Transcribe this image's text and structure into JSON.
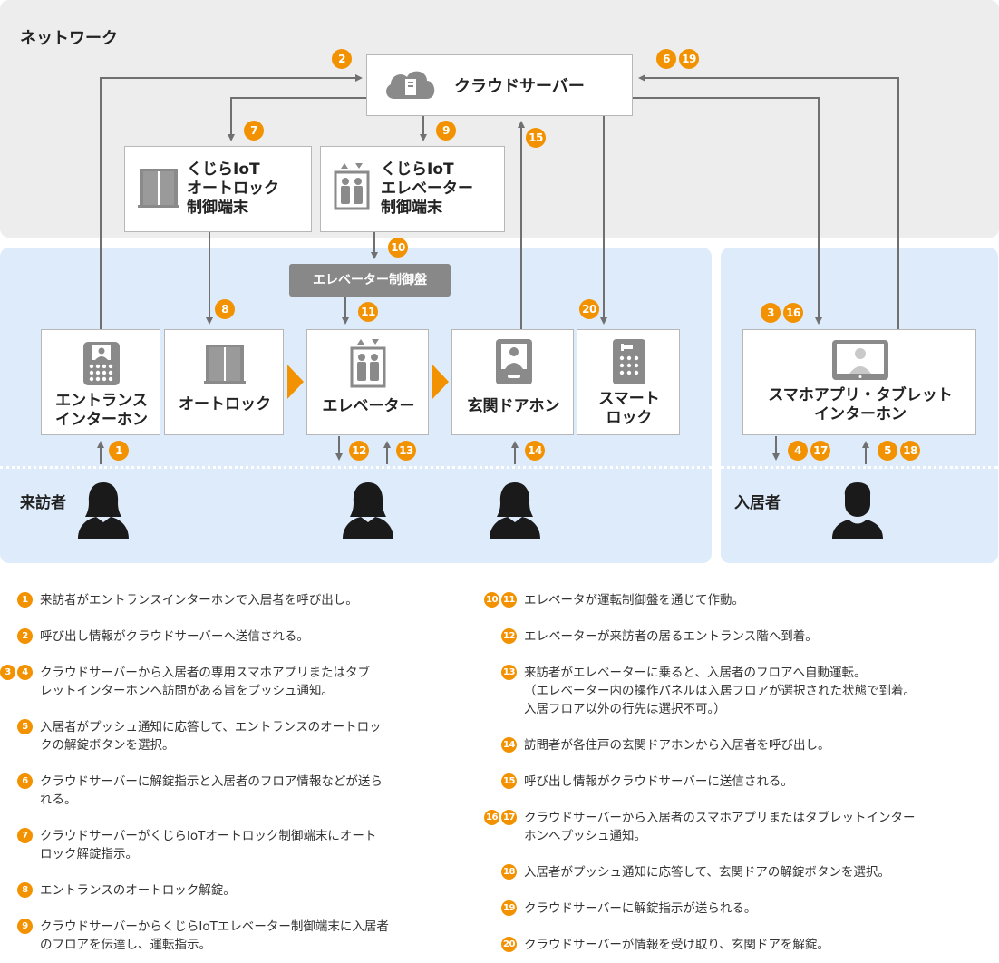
{
  "zones": {
    "network": "ネットワーク",
    "visitor": "来訪者",
    "resident": "入居者"
  },
  "boxes": {
    "cloud": "クラウドサーバー",
    "autolock_terminal": "くじらIoT\nオートロック\n制御端末",
    "elevator_terminal": "くじらIoT\nエレベーター\n制御端末",
    "elevator_panel": "エレベーター制御盤",
    "entrance_intercom": "エントランス\nインターホン",
    "autolock": "オートロック",
    "elevator": "エレベーター",
    "door_intercom": "玄関ドアホン",
    "smart_lock": "スマート\nロック",
    "app_tablet": "スマホアプリ・タブレット\nインターホン"
  },
  "badges": {
    "b1": "1",
    "b2": "2",
    "b3": "3",
    "b4": "4",
    "b5": "5",
    "b6": "6",
    "b7": "7",
    "b8": "8",
    "b9": "9",
    "b10": "10",
    "b11": "11",
    "b12": "12",
    "b13": "13",
    "b14": "14",
    "b15": "15",
    "b16": "16",
    "b17": "17",
    "b18": "18",
    "b19": "19",
    "b20": "20"
  },
  "legend": [
    {
      "nums": [
        "1"
      ],
      "text": "来訪者がエントランスインターホンで入居者を呼び出し。"
    },
    {
      "nums": [
        "2"
      ],
      "text": "呼び出し情報がクラウドサーバーへ送信される。"
    },
    {
      "nums": [
        "3",
        "4"
      ],
      "text": "クラウドサーバーから入居者の専用スマホアプリまたはタブ\nレットインターホンへ訪問がある旨をプッシュ通知。"
    },
    {
      "nums": [
        "5"
      ],
      "text": "入居者がプッシュ通知に応答して、エントランスのオートロッ\nクの解錠ボタンを選択。"
    },
    {
      "nums": [
        "6"
      ],
      "text": "クラウドサーバーに解錠指示と入居者のフロア情報などが送ら\nれる。"
    },
    {
      "nums": [
        "7"
      ],
      "text": "クラウドサーバーがくじらIoTオートロック制御端末にオート\nロック解錠指示。"
    },
    {
      "nums": [
        "8"
      ],
      "text": "エントランスのオートロック解錠。"
    },
    {
      "nums": [
        "9"
      ],
      "text": "クラウドサーバーからくじらIoTエレベーター制御端末に入居者\nのフロアを伝達し、運転指示。"
    },
    {
      "nums": [
        "10",
        "11"
      ],
      "text": "エレベータが運転制御盤を通じて作動。"
    },
    {
      "nums": [
        "12"
      ],
      "text": "エレベーターが来訪者の居るエントランス階へ到着。"
    },
    {
      "nums": [
        "13"
      ],
      "text": "来訪者がエレベーターに乗ると、入居者のフロアへ自動運転。\n（エレベーター内の操作パネルは入居フロアが選択された状態で到着。\n入居フロア以外の行先は選択不可。）"
    },
    {
      "nums": [
        "14"
      ],
      "text": "訪問者が各住戸の玄関ドアホンから入居者を呼び出し。"
    },
    {
      "nums": [
        "15"
      ],
      "text": "呼び出し情報がクラウドサーバーに送信される。"
    },
    {
      "nums": [
        "16",
        "17"
      ],
      "text": "クラウドサーバーから入居者のスマホアプリまたはタブレットインター\nホンへプッシュ通知。"
    },
    {
      "nums": [
        "18"
      ],
      "text": "入居者がプッシュ通知に応答して、玄関ドアの解錠ボタンを選択。"
    },
    {
      "nums": [
        "19"
      ],
      "text": "クラウドサーバーに解錠指示が送られる。"
    },
    {
      "nums": [
        "20"
      ],
      "text": "クラウドサーバーが情報を受け取り、玄関ドアを解錠。"
    }
  ],
  "colors": {
    "network_bg": "#ededed",
    "visitor_bg": "#deebfa",
    "accent": "#f39200",
    "line": "#707070",
    "panel": "#888888"
  }
}
